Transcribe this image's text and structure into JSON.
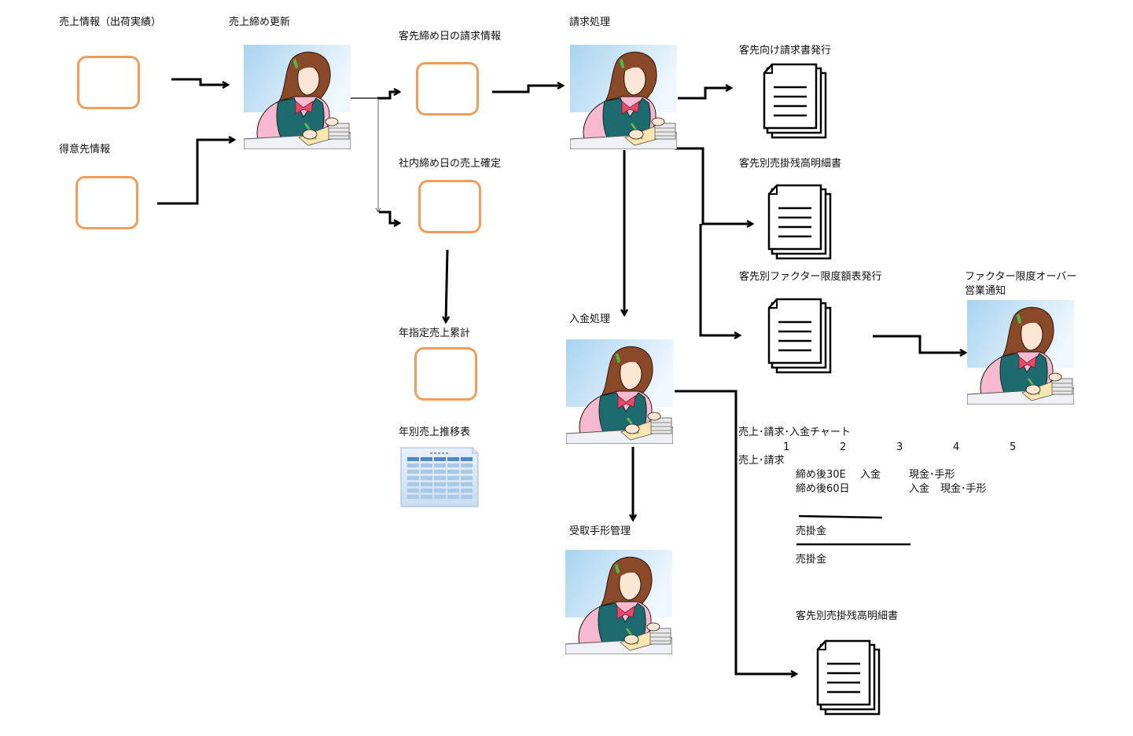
{
  "nodes": {
    "sales_info": {
      "label": "売上情報（出荷実績）",
      "icon": "data-box"
    },
    "customer_info": {
      "label": "得意先情報",
      "icon": "data-box"
    },
    "sales_close_update": {
      "label": "売上締め更新",
      "icon": "clerk-illustration"
    },
    "customer_close_billing": {
      "label": "客先締め日の請求情報",
      "icon": "data-box"
    },
    "internal_close_sales": {
      "label": "社内締め日の売上確定",
      "icon": "data-box"
    },
    "annual_sales_cumulative": {
      "label": "年指定売上累計",
      "icon": "data-box"
    },
    "annual_sales_trend": {
      "label": "年別売上推移表",
      "icon": "spreadsheet"
    },
    "billing_process": {
      "label": "請求処理",
      "icon": "clerk-illustration"
    },
    "invoice_issue": {
      "label": "客先向け請求書発行",
      "icon": "document-stack"
    },
    "receivable_detail_1": {
      "label": "客先別売掛残高明細書",
      "icon": "document-stack"
    },
    "factor_limit_table": {
      "label": "客先別ファクター限度額表発行",
      "icon": "document-stack"
    },
    "factor_over_notice": {
      "label_line1": "ファクター限度オーバー",
      "label_line2": "営業通知",
      "icon": "clerk-illustration"
    },
    "payment_process": {
      "label": "入金処理",
      "icon": "clerk-illustration"
    },
    "notes_receivable": {
      "label": "受取手形管理",
      "icon": "clerk-illustration"
    },
    "receivable_detail_2": {
      "label": "客先別売掛残高明細書",
      "icon": "document-stack"
    }
  },
  "chart": {
    "title": "売上･請求･入金チャート",
    "columns": [
      "1",
      "2",
      "3",
      "4",
      "5"
    ],
    "row_label": "売上･請求",
    "line1": {
      "term": "締め後30E",
      "event": "入金",
      "method": "現金･手形"
    },
    "line2": {
      "term": "締め後60日",
      "event": "入金",
      "method": "現金･手形"
    },
    "receivable1": "売掛金",
    "receivable2": "売掛金"
  },
  "colors": {
    "box_border": "#ef9d58",
    "connector": "#000000",
    "sky": "#bfe0f5"
  }
}
